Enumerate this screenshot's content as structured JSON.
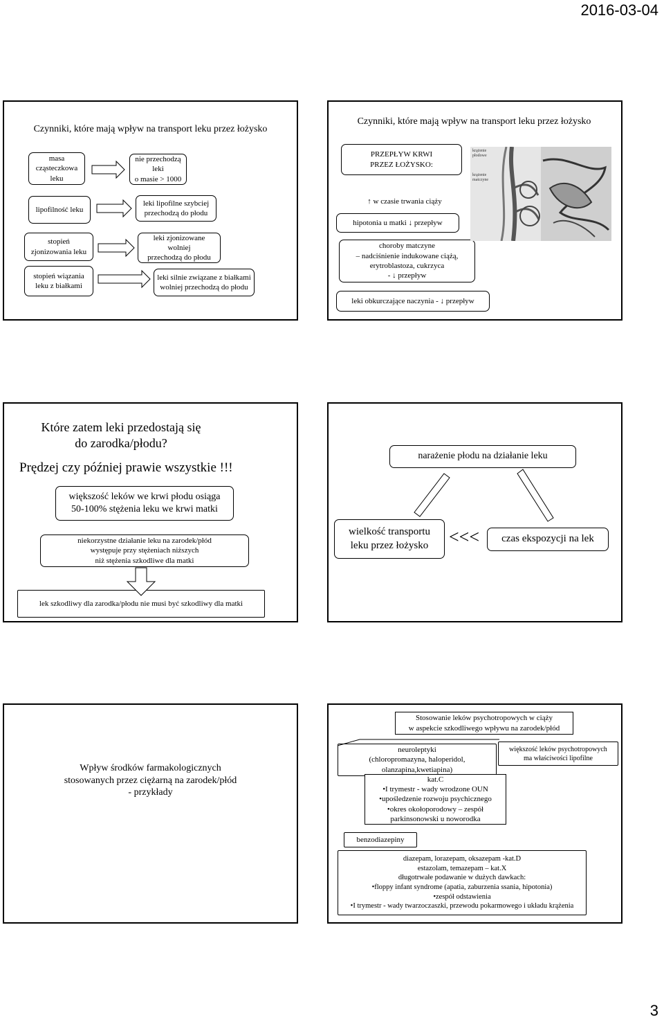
{
  "header": {
    "date": "2016-03-04"
  },
  "footer": {
    "page_number": "3"
  },
  "slide1": {
    "title": "Czynniki, które mają wpływ na transport leku przez łożysko",
    "factors": [
      "masa\ncząsteczkowa\nleku",
      "lipofilność leku",
      "stopień\nzjonizowania leku",
      "stopień wiązania\nleku z białkami"
    ],
    "effects": [
      "nie przechodzą\nleki\no masie > 1000",
      "leki lipofilne szybciej\nprzechodzą do płodu",
      "leki zjonizowane wolniej\nprzechodzą do płodu",
      "leki silnie związane z białkami\nwolniej przechodzą do płodu"
    ]
  },
  "slide2": {
    "title": "Czynniki, które mają wpływ na transport leku przez łożysko",
    "blood_flow": "PRZEPŁYW KRWI\nPRZEZ ŁOŻYSKO:",
    "pregnancy": "w czasie trwania ciąży",
    "hypotension": "hipotonia u matki",
    "flow_word": "przepływ",
    "diseases": "choroby matczyne\n– nadciśnienie indukowane ciążą,\nerytroblastoza, cukrzyca",
    "diseases_flow": "przepływ",
    "vasoconstrictors": "leki obkurczające naczynia -",
    "vasoconstrictors_flow": "przepływ",
    "image_labels": [
      "krążenie\npłodowe",
      "krążenie\nmatczyne"
    ]
  },
  "slide3": {
    "question": "Które zatem leki przedostają się\ndo zarodka/płodu?",
    "answer": "Prędzej czy później prawie wszystkie !!!",
    "box1": "większość leków we krwi płodu osiąga\n50-100% stężenia leku we krwi matki",
    "box2": "niekorzystne działanie leku na zarodek/płód\nwystępuje przy stężeniach niższych\nniż stężenia szkodliwe dla matki",
    "box3": "lek szkodliwy dla zarodka/płodu nie musi być szkodliwy dla matki"
  },
  "slide4": {
    "top": "narażenie płodu na działanie leku",
    "left": "wielkość transportu\nleku przez łożysko",
    "symbol": "<<<",
    "right": "czas ekspozycji na lek"
  },
  "slide5": {
    "title": "Wpływ środków farmakologicznych\nstosowanych przez ciężarną na zarodek/płód\n- przykłady"
  },
  "slide6": {
    "header": "Stosowanie leków psychotropowych w ciąży\nw aspekcie szkodliwego wpływu na zarodek/płód",
    "neuroleptics": "neuroleptyki\n(chloropromazyna, haloperidol,\nolanzapina,kwetiapina)",
    "note": "większość leków psychotropowych\nma właściwości lipofilne",
    "neuro_details": "kat.C\n•I trymestr - wady wrodzone OUN\n•upośledzenie rozwoju psychicznego\n•okres okołoporodowy – zespół\nparkinsonowski u noworodka",
    "benzo": "benzodiazepiny",
    "benzo_details": "diazepam, lorazepam, oksazepam -kat.D\nestazolam, temazepam – kat.X\ndługotrwałe podawanie w dużych dawkach:\n•floppy infant syndrome (apatia, zaburzenia ssania, hipotonia)\n•zespół odstawienia\n•I trymestr - wady twarzoczaszki, przewodu pokarmowego i układu krążenia"
  }
}
